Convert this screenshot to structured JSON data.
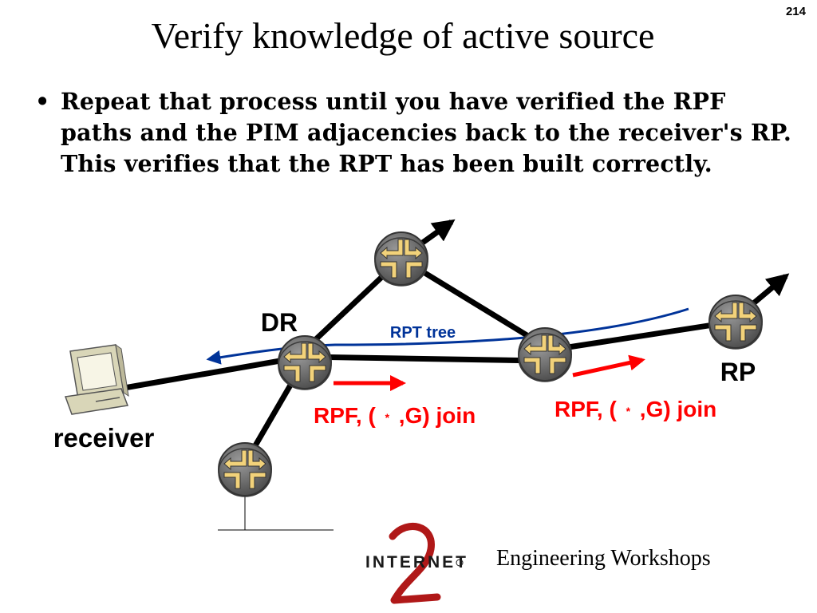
{
  "slide": {
    "number": "214",
    "title": "Verify knowledge of active source",
    "bullet": "Repeat that process until you have verified the RPF paths and the PIM adjacencies back to the receiver's RP.  This verifies that the RPT has been built correctly."
  },
  "diagram": {
    "labels": {
      "dr": "DR",
      "rp": "RP",
      "receiver": "receiver",
      "rpt_tree": "RPT tree"
    },
    "join_label_1": {
      "prefix": "RPF, (",
      "star": "*",
      "suffix": ",G) join"
    },
    "join_label_2": {
      "prefix": "RPF, (",
      "star": "*",
      "suffix": ",G) join"
    },
    "colors": {
      "link": "#000000",
      "rpt_tree": "#003399",
      "join_arrow": "#ff0000",
      "join_text": "#ff0000",
      "router_body": "#6b6b6b",
      "router_arrows": "#e8c56a"
    }
  },
  "footer": {
    "logo_text": "INTERNET",
    "logo_numeral": "2",
    "text": "Engineering Workshops"
  }
}
